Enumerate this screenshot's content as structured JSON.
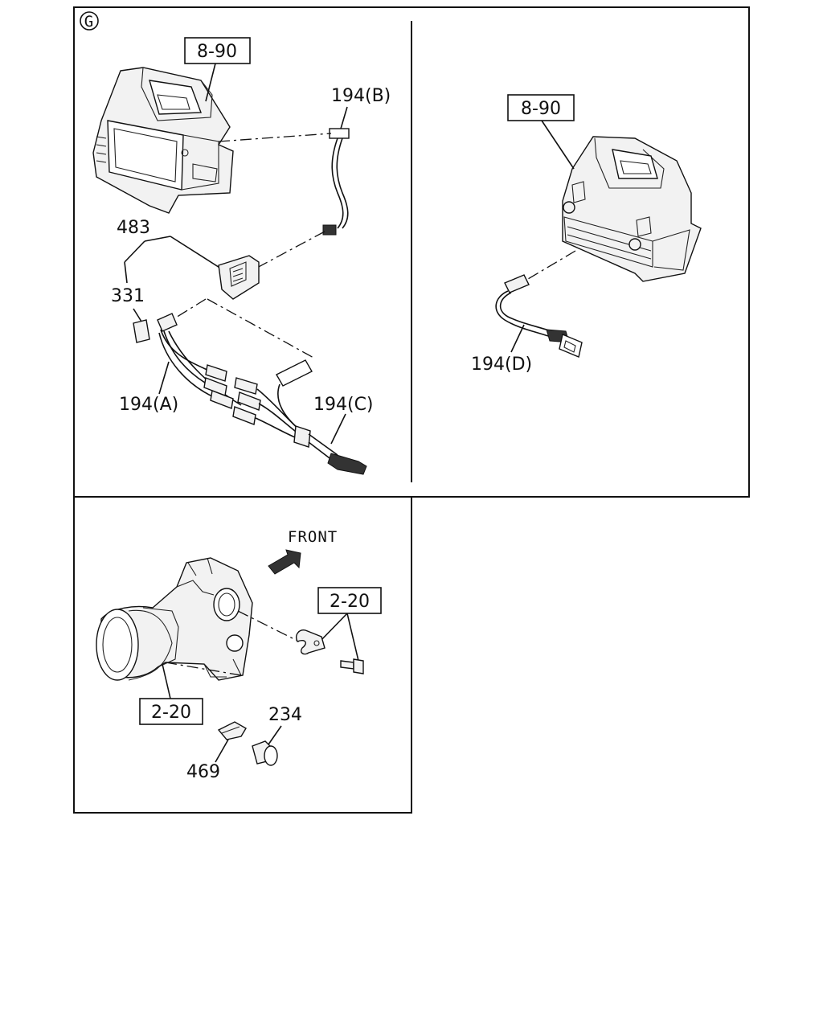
{
  "section_mark": "G",
  "labels": {
    "ref_8_90_a": "8-90",
    "ref_8_90_b": "8-90",
    "p194b": "194(B)",
    "p483": "483",
    "p331": "331",
    "p194a": "194(A)",
    "p194c": "194(C)",
    "p194d": "194(D)",
    "front": "FRONT",
    "ref_2_20_a": "2-20",
    "ref_2_20_b": "2-20",
    "p234": "234",
    "p469": "469"
  }
}
